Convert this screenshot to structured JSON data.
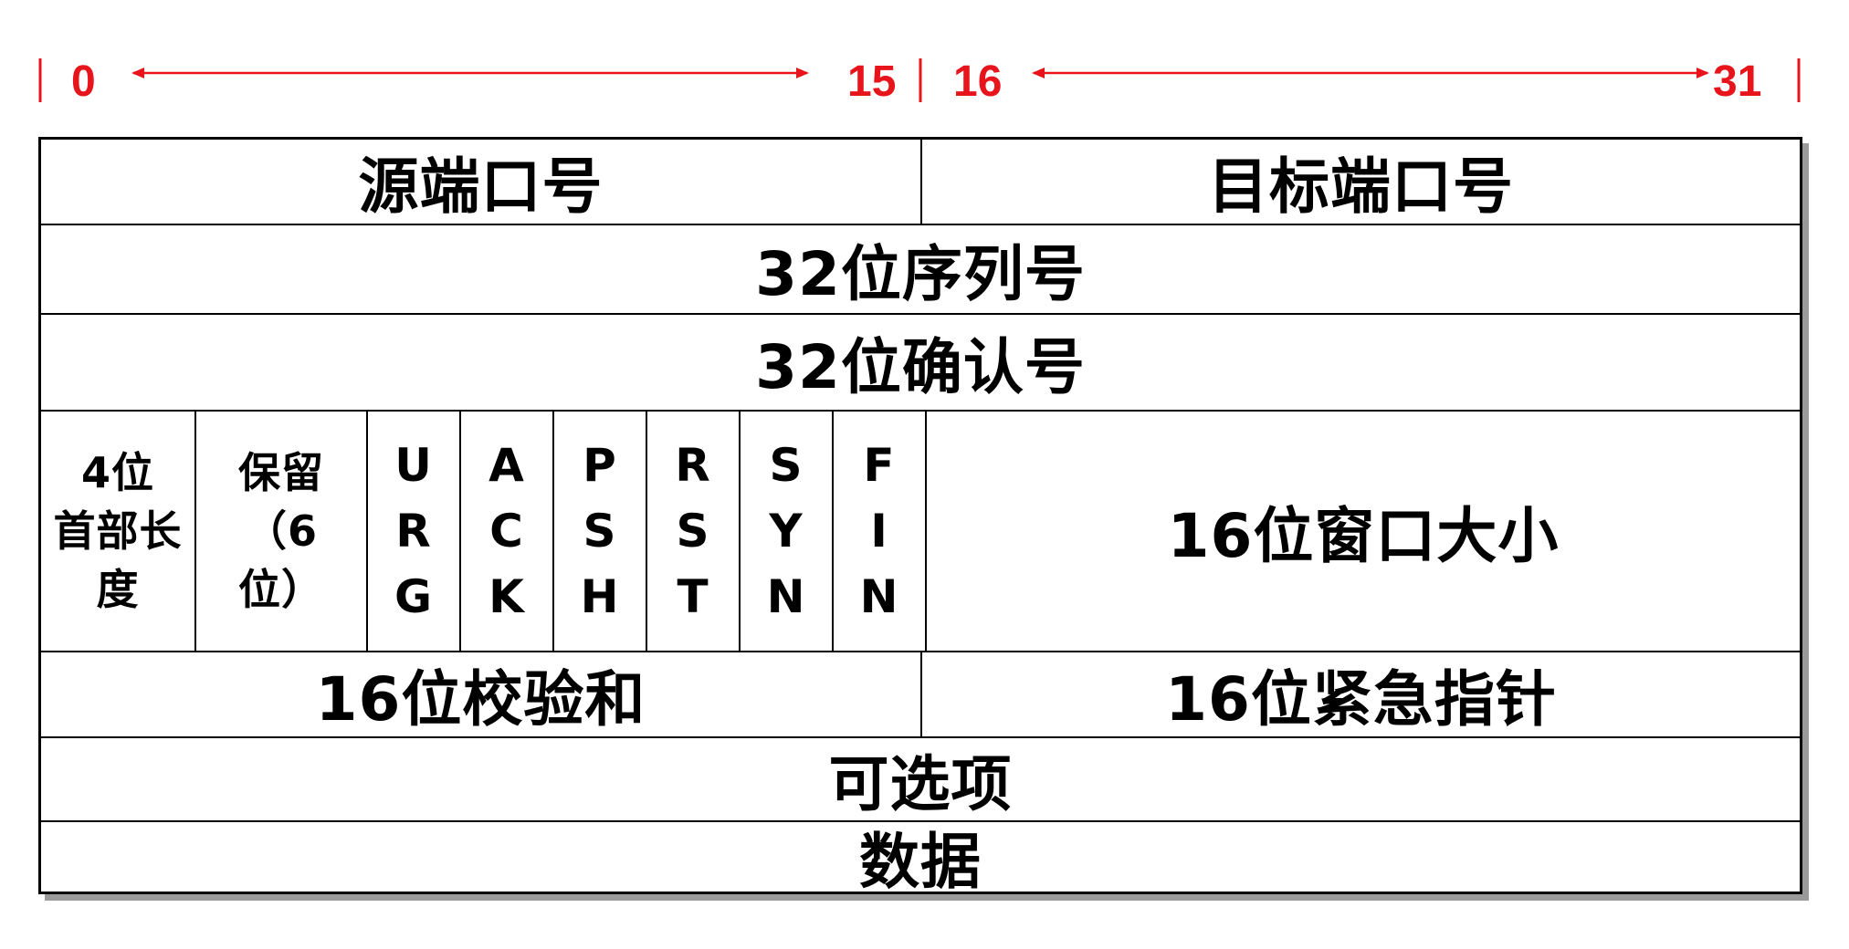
{
  "ruler": {
    "bit0": "0",
    "bit15": "15",
    "bit16": "16",
    "bit31": "31",
    "color": "#e8141b"
  },
  "rows": {
    "ports": {
      "src": "源端口号",
      "dst": "目标端口号"
    },
    "seq": "32位序列号",
    "ack": "32位确认号",
    "control": {
      "hlen": [
        "4位",
        "首部长",
        "度"
      ],
      "reserved": [
        "保留",
        "（6",
        "位）"
      ],
      "flags": [
        {
          "letters": [
            "U",
            "R",
            "G"
          ]
        },
        {
          "letters": [
            "A",
            "C",
            "K"
          ]
        },
        {
          "letters": [
            "P",
            "S",
            "H"
          ]
        },
        {
          "letters": [
            "R",
            "S",
            "T"
          ]
        },
        {
          "letters": [
            "S",
            "Y",
            "N"
          ]
        },
        {
          "letters": [
            "F",
            "I",
            "N"
          ]
        }
      ],
      "window": "16位窗口大小"
    },
    "check": {
      "checksum": "16位校验和",
      "urgent": "16位紧急指针"
    },
    "options": "可选项",
    "data": "数据"
  }
}
